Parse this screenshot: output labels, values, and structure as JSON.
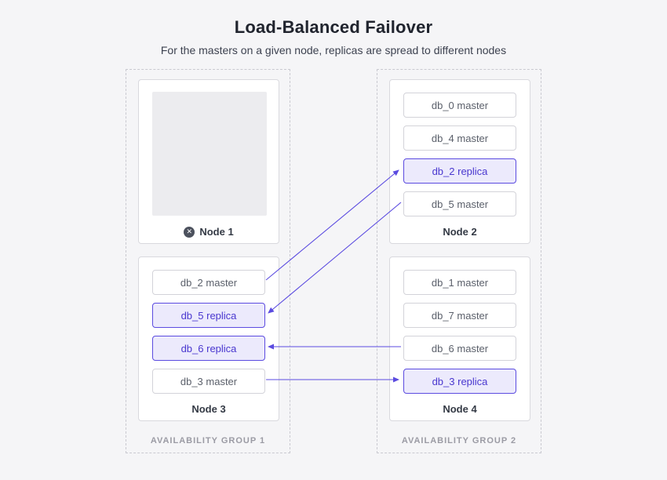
{
  "title": "Load-Balanced Failover",
  "subtitle": "For the masters on a given node, replicas are spread to different nodes",
  "colors": {
    "accent": "#5b4be0",
    "replica_bg": "#eceafc",
    "replica_text": "#4937cf",
    "master_text": "#5a5f6a"
  },
  "groups": [
    {
      "label": "AVAILABILITY GROUP 1",
      "nodes": [
        {
          "name": "Node 1",
          "status": "failed",
          "items": []
        },
        {
          "name": "Node 3",
          "status": "healthy",
          "items": [
            {
              "label": "db_2 master",
              "type": "master"
            },
            {
              "label": "db_5 replica",
              "type": "replica"
            },
            {
              "label": "db_6 replica",
              "type": "replica"
            },
            {
              "label": "db_3 master",
              "type": "master"
            }
          ]
        }
      ]
    },
    {
      "label": "AVAILABILITY GROUP 2",
      "nodes": [
        {
          "name": "Node 2",
          "status": "healthy",
          "items": [
            {
              "label": "db_0 master",
              "type": "master"
            },
            {
              "label": "db_4 master",
              "type": "master"
            },
            {
              "label": "db_2 replica",
              "type": "replica"
            },
            {
              "label": "db_5 master",
              "type": "master"
            }
          ]
        },
        {
          "name": "Node 4",
          "status": "healthy",
          "items": [
            {
              "label": "db_1 master",
              "type": "master"
            },
            {
              "label": "db_7 master",
              "type": "master"
            },
            {
              "label": "db_6 master",
              "type": "master"
            },
            {
              "label": "db_3 replica",
              "type": "replica"
            }
          ]
        }
      ]
    }
  ],
  "arrows": [
    {
      "from": "db_2 master on Node 3",
      "to": "db_2 replica on Node 2"
    },
    {
      "from": "db_5 master on Node 2",
      "to": "db_5 replica on Node 3"
    },
    {
      "from": "db_6 master on Node 4",
      "to": "db_6 replica on Node 3"
    },
    {
      "from": "db_3 master on Node 3",
      "to": "db_3 replica on Node 4"
    }
  ]
}
